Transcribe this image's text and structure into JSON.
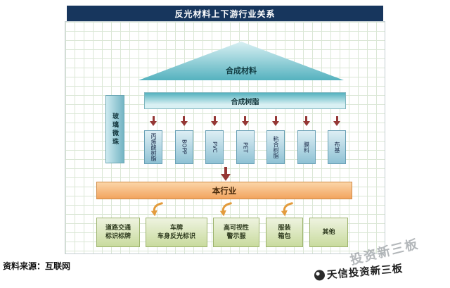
{
  "title": "反光材料上下游行业关系",
  "diagram": {
    "synthetic_material": "合成材料",
    "synthetic_resin": "合成树脂",
    "glass_beads": "玻璃微珠",
    "resins": [
      "丙烯酸树脂",
      "BOPP",
      "PVC",
      "PET",
      "粘合树脂",
      "膜料",
      "布基"
    ],
    "industry": "本行业",
    "downstream": [
      [
        "道路交通",
        "标识标牌"
      ],
      [
        "车牌",
        "车身反光标识"
      ],
      [
        "高可视性",
        "警示服"
      ],
      [
        "服装",
        "箱包"
      ],
      [
        "其他"
      ]
    ]
  },
  "footer": {
    "source": "资料来源：互联网"
  },
  "watermark": {
    "diagonal": "投资新三板",
    "brand": "天信投资新三板"
  },
  "colors": {
    "title_bg": "#17365d",
    "teal_dark": "#55b2bf",
    "teal_light": "#d9f0f3",
    "box_blue_top": "#ddeef4",
    "box_blue_bottom": "#8fc2d4",
    "arrow_dark": "#953735",
    "industry_top": "#fbd5a8",
    "industry_bottom": "#f2a45f",
    "curve_arrow": "#e39b3c",
    "green_top": "#eef3e0",
    "green_bottom": "#c9db9e",
    "green_border": "#9cb36c",
    "grid_line": "#dbe7d6"
  }
}
